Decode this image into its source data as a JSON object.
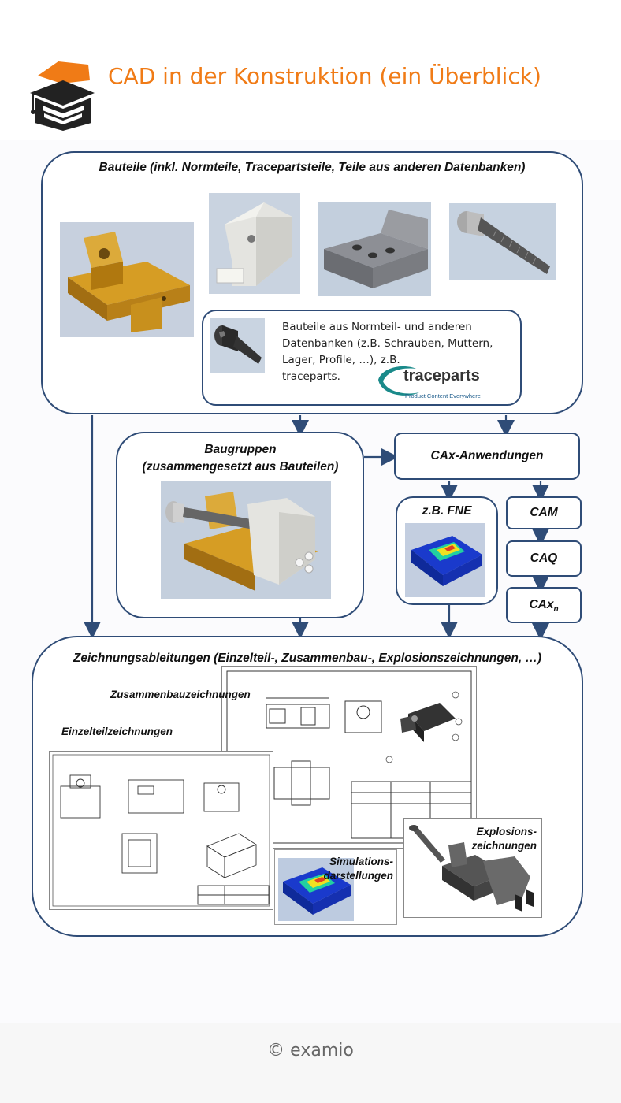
{
  "header": {
    "title": "CAD in der Konstruktion (ein Überblick)"
  },
  "colors": {
    "accent": "#f07b16",
    "box_border": "#2f4c77",
    "arrow": "#2f4c77"
  },
  "diagram": {
    "bauteile": {
      "title": "Bauteile (inkl. Normteile, Tracepartsteile, Teile aus anderen Datenbanken)",
      "info_lines": [
        "Bauteile aus Normteil- und anderen",
        "Datenbanken (z.B. Schrauben, Muttern,",
        "Lager, Profile, …), z.B.",
        "traceparts."
      ],
      "traceparts_logo": "traceparts",
      "traceparts_tagline": "Product Content Everywhere"
    },
    "baugruppen": {
      "title_line1": "Baugruppen",
      "title_line2": "(zusammengesetzt aus Bauteilen)"
    },
    "cax": {
      "title": "CAx-Anwendungen",
      "fne": "z.B. FNE",
      "cam": "CAM",
      "caq": "CAQ",
      "caxn_main": "CAx",
      "caxn_sub": "n"
    },
    "zeichnungen": {
      "title": "Zeichnungsableitungen (Einzelteil-, Zusammenbau-, Explosionszeichnungen, …)",
      "zusammenbau": "Zusammenbauzeichnungen",
      "einzelteil": "Einzelteilzeichnungen",
      "simulation_line1": "Simulations-",
      "simulation_line2": "darstellungen",
      "explosion_line1": "Explosions-",
      "explosion_line2": "zeichnungen"
    }
  },
  "footer": {
    "copyright": "© examio"
  }
}
